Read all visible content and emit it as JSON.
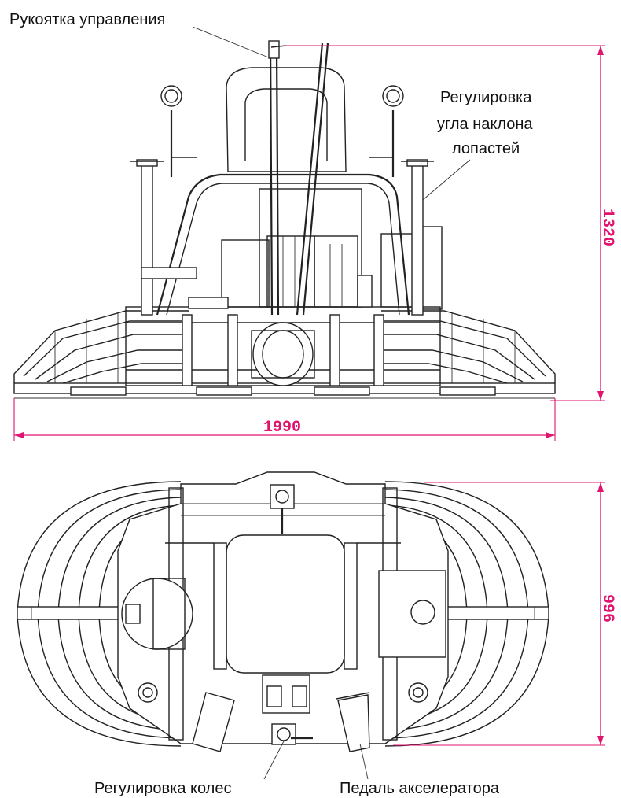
{
  "labels": {
    "control_handle": "Рукоятка управления",
    "blade_angle_line1": "Регулировка",
    "blade_angle_line2": "угла наклона",
    "blade_angle_line3": "лопастей",
    "wheel_adjust": "Регулировка колес",
    "accelerator_pedal": "Педаль акселератора"
  },
  "dimensions": {
    "width": "1990",
    "height_front": "1320",
    "depth_top": "996"
  },
  "colors": {
    "dimension": "#e0136e",
    "line": "#222222"
  }
}
